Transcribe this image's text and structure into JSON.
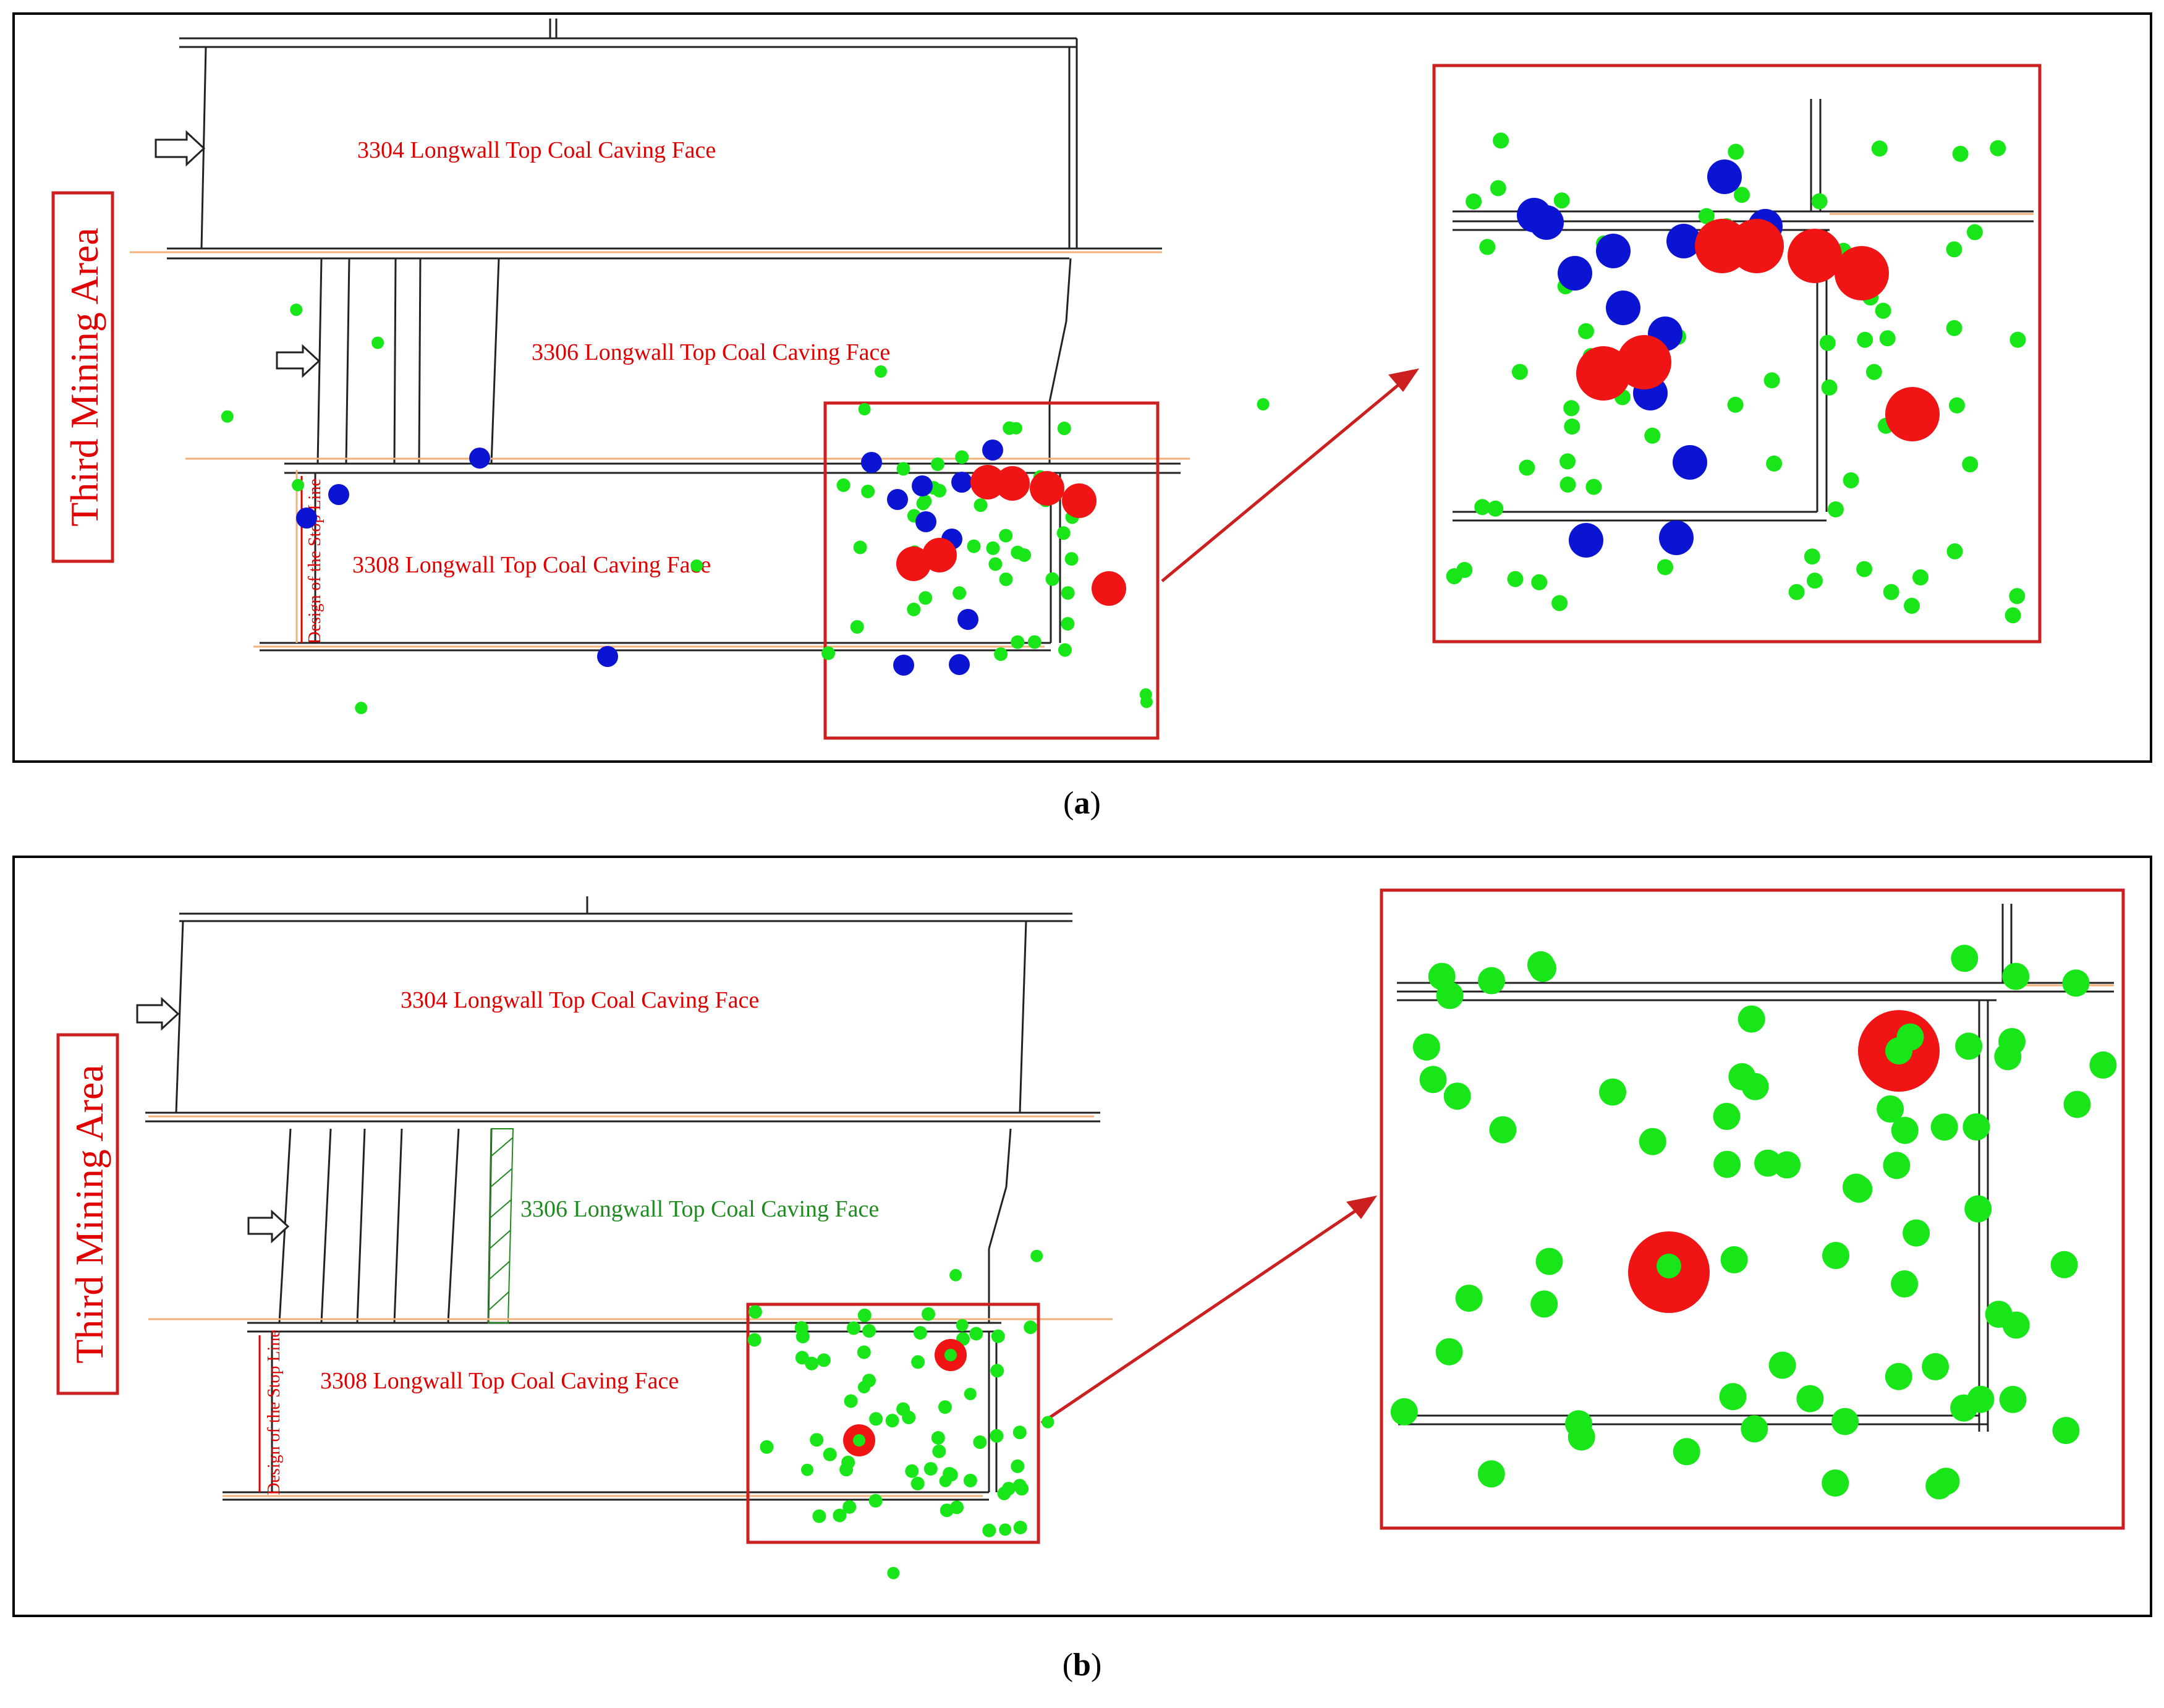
{
  "panels": [
    {
      "id": "a",
      "caption_open": "(",
      "caption_letter": "a",
      "caption_close": ")",
      "side_label": "Third Mining Area",
      "faces": [
        "3304 Longwall Top Coal Caving Face",
        "3306 Longwall Top Coal Caving Face",
        "3308 Longwall Top Coal Caving Face"
      ],
      "stop_line_label": "Design of the Stop Line",
      "event_counts": {
        "green": 120,
        "blue": 18,
        "red": 8
      }
    },
    {
      "id": "b",
      "caption_open": "(",
      "caption_letter": "b",
      "caption_close": ")",
      "side_label": "Third Mining Area",
      "faces": [
        "3304 Longwall Top Coal Caving Face",
        "3306 Longwall Top Coal Caving Face",
        "3308 Longwall Top Coal Caving Face"
      ],
      "stop_line_label": "Design of the Stop Line",
      "event_counts": {
        "green": 130,
        "blue": 0,
        "red": 2
      }
    }
  ],
  "colors": {
    "frame": "#000000",
    "red_label": "#e00000",
    "green_label": "#1f8a1f",
    "box": "#cc1f1f",
    "green_event": "#19e619",
    "blue_event": "#0a14d2",
    "red_event": "#f01414",
    "roadway": "#f2b27a"
  },
  "icons": [
    "advance-arrow-icon",
    "zoom-arrow-icon"
  ]
}
